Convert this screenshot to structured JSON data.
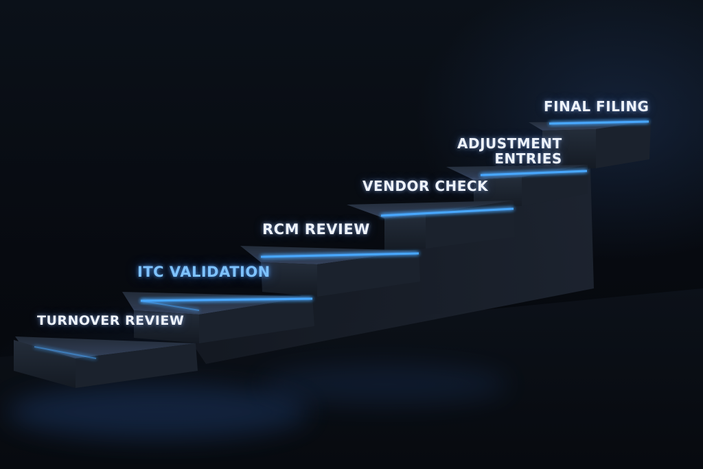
{
  "steps": [
    {
      "label": "TURNOVER REVIEW"
    },
    {
      "label": "ITC VALIDATION"
    },
    {
      "label": "RCM REVIEW"
    },
    {
      "label": "VENDOR CHECK"
    },
    {
      "label_lines": [
        "ADJUSTMENT",
        "ENTRIES"
      ]
    },
    {
      "label": "FINAL FILING"
    }
  ],
  "colors": {
    "background": "#05070b",
    "step_top": "#2b3442",
    "step_front": "#1a212c",
    "glow": "#4aa8ff",
    "highlight_label": "#7ec2ff",
    "label": "#eef3fb"
  }
}
